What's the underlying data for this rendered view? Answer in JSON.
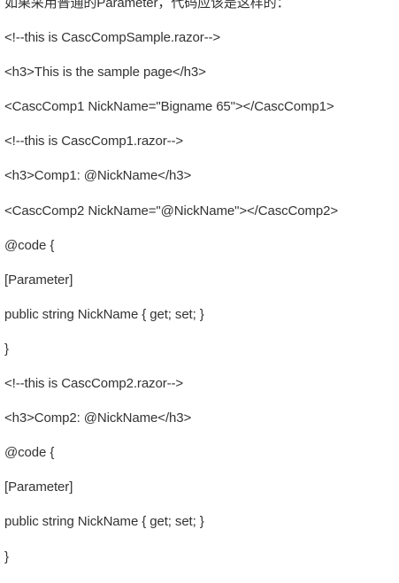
{
  "document": {
    "lines": [
      "如果采用普通的Parameter，代码应该是这样的：",
      "<!--this is CascCompSample.razor-->",
      "<h3>This is the sample page</h3>",
      "<CascComp1 NickName=\"Bigname 65\"></CascComp1>",
      "<!--this is CascComp1.razor-->",
      "<h3>Comp1: @NickName</h3>",
      "<CascComp2 NickName=\"@NickName\"></CascComp2>",
      "@code {",
      "[Parameter]",
      "public string NickName { get; set; }",
      "}",
      "<!--this is CascComp2.razor-->",
      "<h3>Comp2: @NickName</h3>",
      "@code {",
      "[Parameter]",
      "public string NickName { get; set; }",
      "}"
    ]
  }
}
